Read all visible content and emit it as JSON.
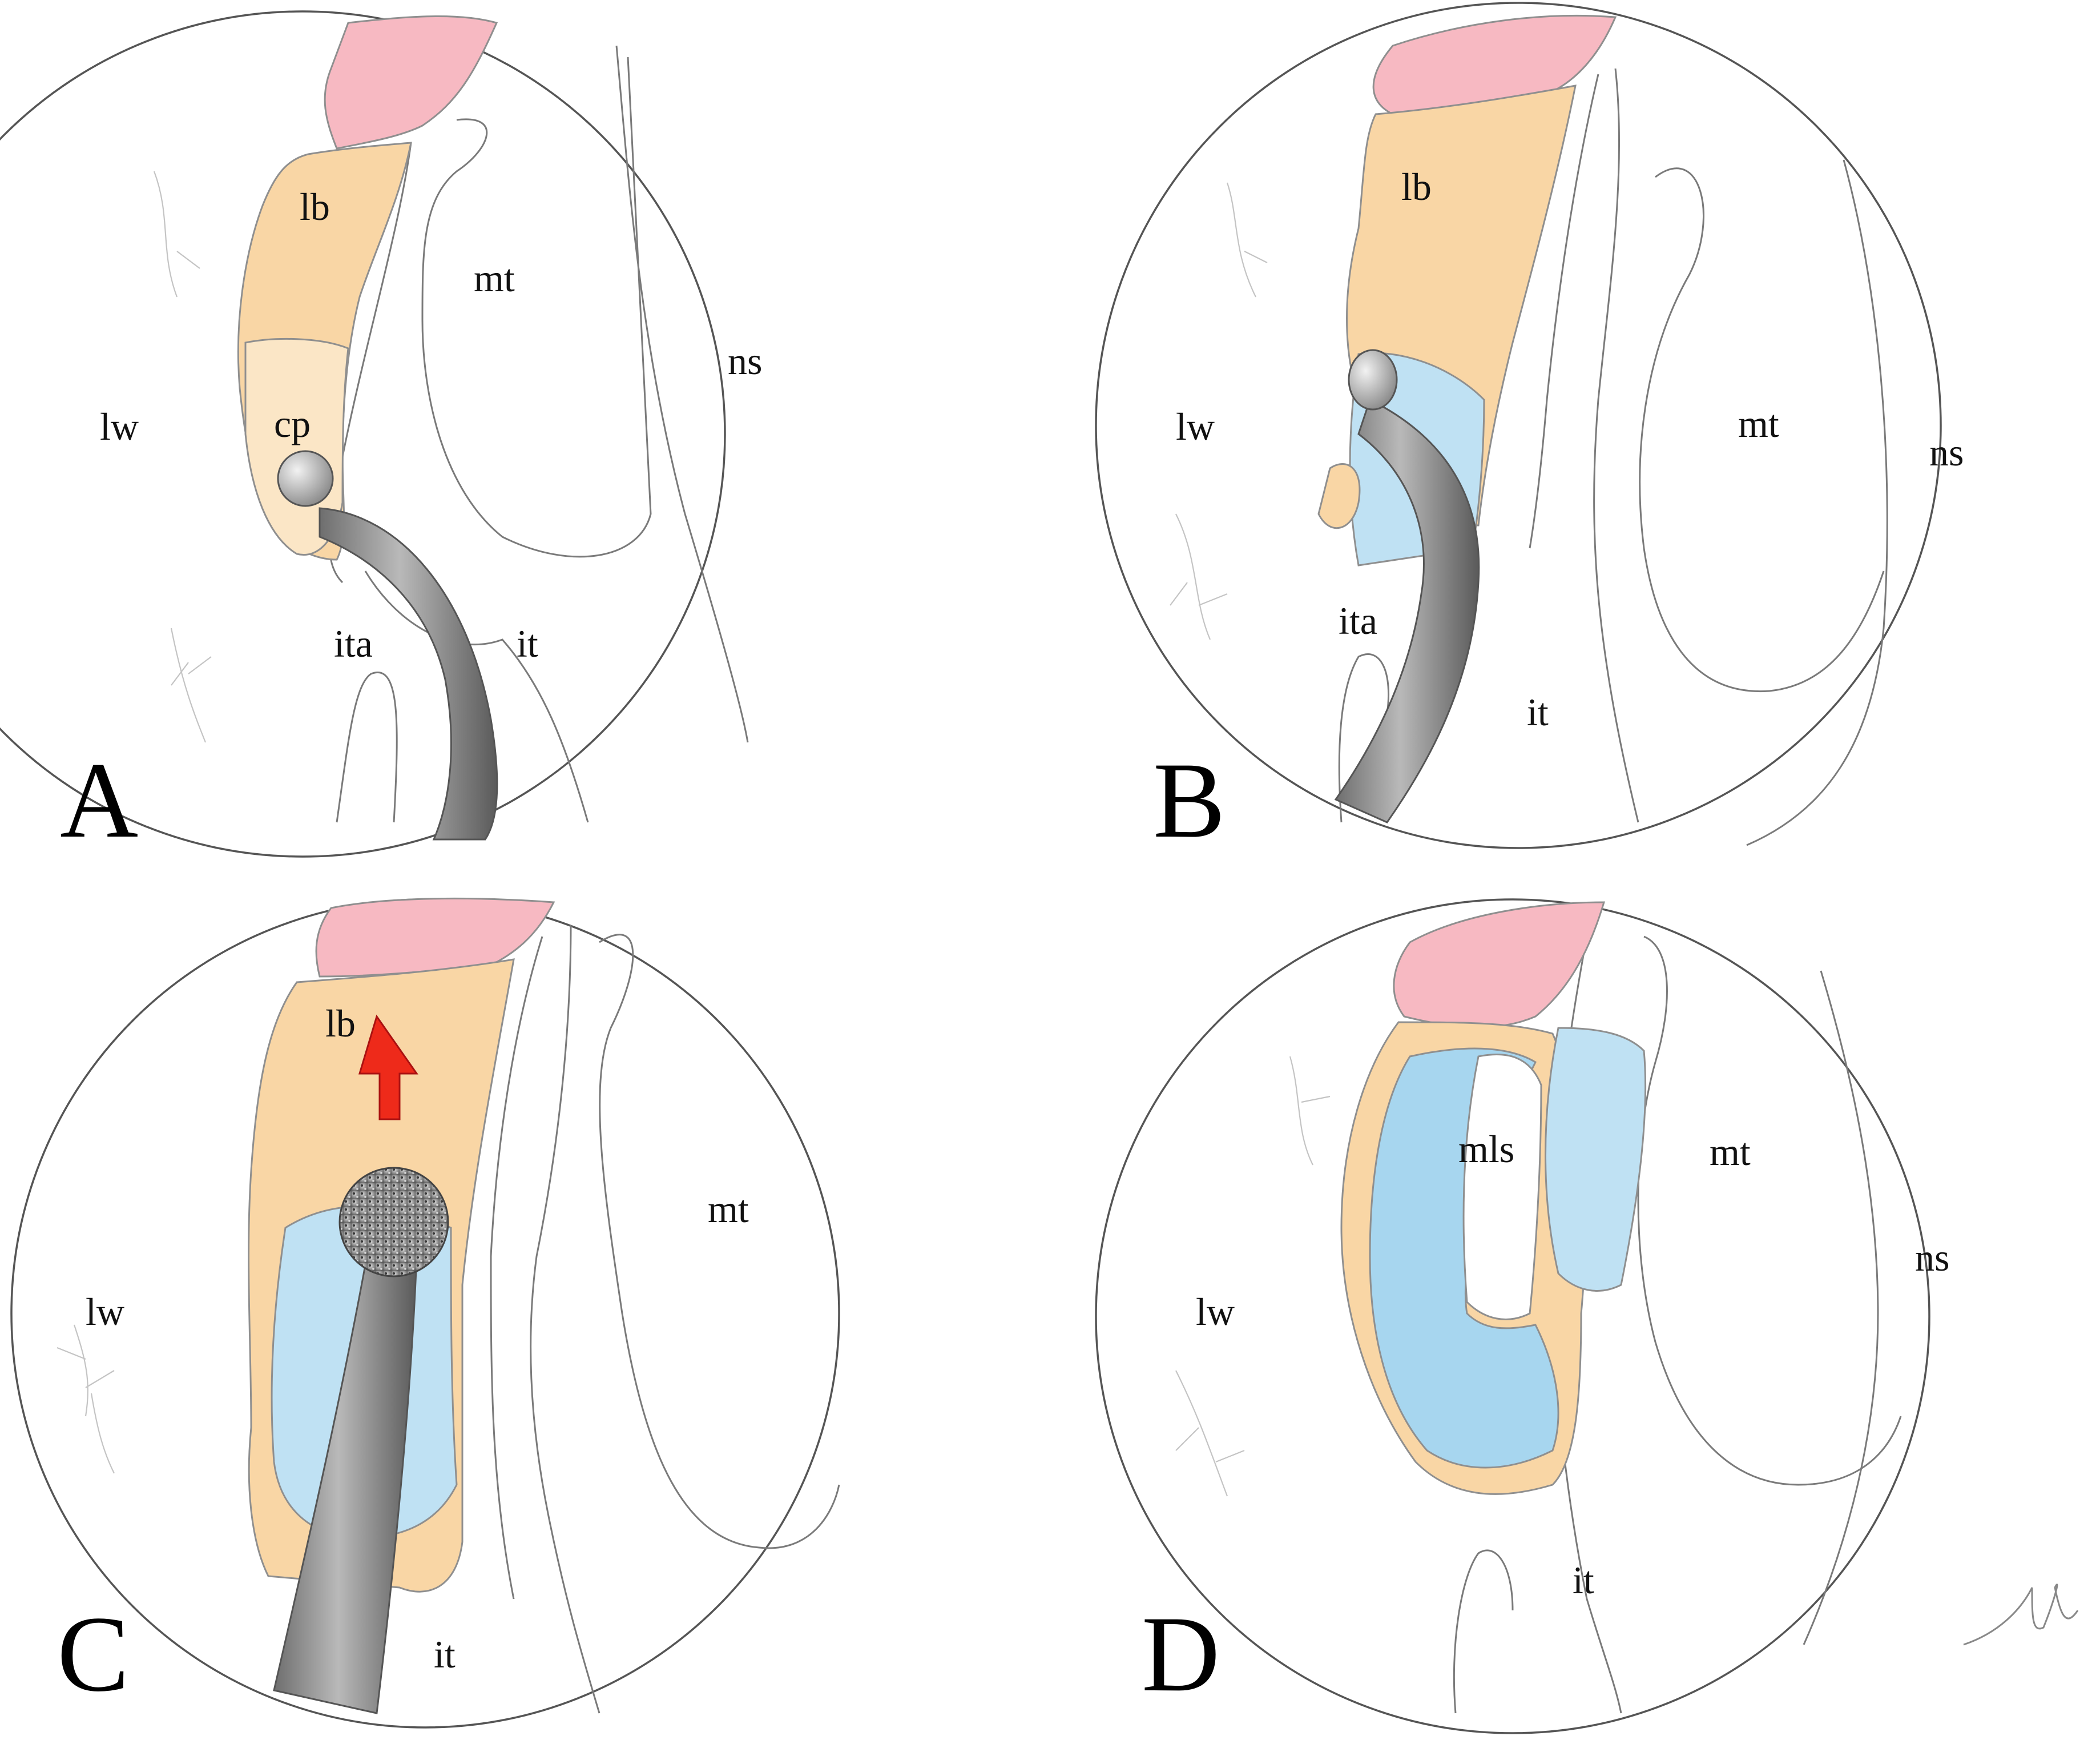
{
  "panels": [
    {
      "letter": "A",
      "labels": {
        "lb": "lb",
        "cp": "cp",
        "lw": "lw",
        "mt": "mt",
        "ns": "ns",
        "ita": "ita",
        "it": "it"
      }
    },
    {
      "letter": "B",
      "labels": {
        "lb": "lb",
        "lw": "lw",
        "mt": "mt",
        "ns": "ns",
        "ita": "ita",
        "it": "it"
      }
    },
    {
      "letter": "C",
      "labels": {
        "lb": "lb",
        "lw": "lw",
        "mt": "mt",
        "it": "it"
      }
    },
    {
      "letter": "D",
      "labels": {
        "mls": "mls",
        "lw": "lw",
        "mt": "mt",
        "ns": "ns",
        "it": "it"
      }
    }
  ],
  "colors": {
    "lacrimal_bone": "#f9d6a5",
    "nasolacrimal_mucosa": "#bfe1f3",
    "upper_tissue": "#f7b9c2",
    "instrument": "#8a8a8a",
    "arrow": "#ee2a1a"
  },
  "icons": {
    "panel_C_arrow": "red-up-arrow",
    "artist_signature": "handwritten-signature"
  }
}
